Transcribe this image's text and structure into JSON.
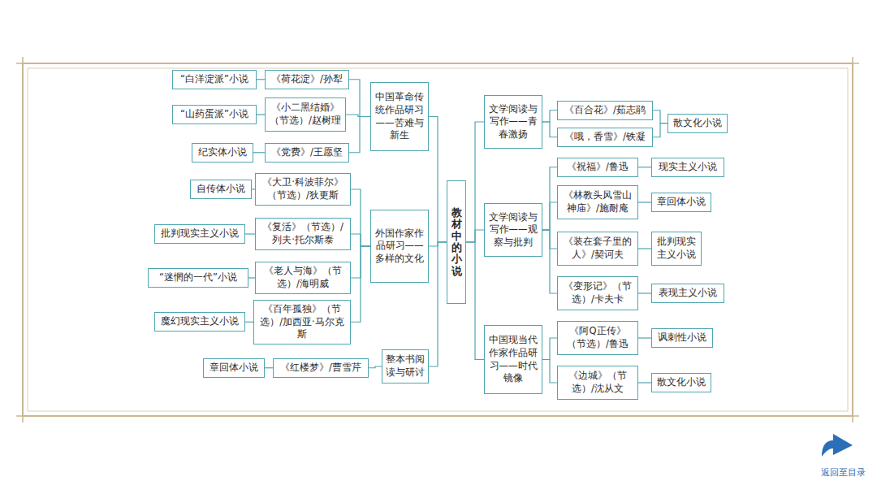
{
  "diagram": {
    "nodes": [
      {
        "text": [
          "教材中的小说"
        ]
      },
      {
        "text": [
          "中国革命传统作品研习——苦难与新生"
        ]
      },
      {
        "text": [
          "外国作家作品研习——多样的文化"
        ]
      },
      {
        "text": [
          "整本书阅读与研讨"
        ]
      },
      {
        "text": [
          "《荷花淀》/孙犁"
        ]
      },
      {
        "text": [
          "《小二黑结婚》（节选）/赵树理"
        ]
      },
      {
        "text": [
          "《党费》/王愿坚"
        ]
      },
      {
        "text": [
          "《大卫·科波菲尔》（节选）/狄更斯"
        ]
      },
      {
        "text": [
          "《复活》（节选）/列夫·托尔斯泰"
        ]
      },
      {
        "text": [
          "《老人与海》（节选）/海明威"
        ]
      },
      {
        "text": [
          "《百年孤独》（节选）/加西亚·马尔克斯"
        ]
      },
      {
        "text": [
          "《红楼梦》/曹雪芹"
        ]
      },
      {
        "text": [
          "“白洋淀派”小说"
        ]
      },
      {
        "text": [
          "“山药蛋派”小说"
        ]
      },
      {
        "text": [
          "纪实体小说"
        ]
      },
      {
        "text": [
          "自传体小说"
        ]
      },
      {
        "text": [
          "批判现实主义小说"
        ]
      },
      {
        "text": [
          "“迷惘的一代”小说"
        ]
      },
      {
        "text": [
          "魔幻现实主义小说"
        ]
      },
      {
        "text": [
          "章回体小说"
        ]
      },
      {
        "text": [
          "文学阅读与写作——青春激扬"
        ]
      },
      {
        "text": [
          "文学阅读与写作——观察与批判"
        ]
      },
      {
        "text": [
          "中国现当代作家作品研习——时代镜像"
        ]
      },
      {
        "text": [
          "《百合花》/茹志鹃"
        ]
      },
      {
        "text": [
          "《哦，香雪》/铁凝"
        ]
      },
      {
        "text": [
          "《祝福》/鲁迅"
        ]
      },
      {
        "text": [
          "《林教头风雪山神庙》/施耐庵"
        ]
      },
      {
        "text": [
          "《装在套子里的人》/契诃夫"
        ]
      },
      {
        "text": [
          "《变形记》（节选）/卡夫卡"
        ]
      },
      {
        "text": [
          "《阿Q正传》（节选）/鲁迅"
        ]
      },
      {
        "text": [
          "《边城》（节选）/沈从文"
        ]
      },
      {
        "text": [
          "散文化小说"
        ]
      },
      {
        "text": [
          "现实主义小说"
        ]
      },
      {
        "text": [
          "章回体小说"
        ]
      },
      {
        "text": [
          "批判现实主义小说"
        ]
      },
      {
        "text": [
          "表现主义小说"
        ]
      },
      {
        "text": [
          "讽刺性小说"
        ]
      },
      {
        "text": [
          "散文化小说"
        ]
      }
    ],
    "edges": [
      {
        "from": 0,
        "to": 1,
        "arrow": "none"
      },
      {
        "from": 0,
        "to": 2,
        "arrow": "none"
      },
      {
        "from": 0,
        "to": 3,
        "arrow": "none"
      },
      {
        "from": 0,
        "to": 20,
        "arrow": "none"
      },
      {
        "from": 0,
        "to": 21,
        "arrow": "none"
      },
      {
        "from": 0,
        "to": 22,
        "arrow": "none"
      },
      {
        "from": 1,
        "to": 4,
        "arrow": "none"
      },
      {
        "from": 1,
        "to": 5,
        "arrow": "none"
      },
      {
        "from": 1,
        "to": 6,
        "arrow": "none"
      },
      {
        "from": 2,
        "to": 7,
        "arrow": "none"
      },
      {
        "from": 2,
        "to": 8,
        "arrow": "none"
      },
      {
        "from": 2,
        "to": 9,
        "arrow": "none"
      },
      {
        "from": 2,
        "to": 10,
        "arrow": "none"
      },
      {
        "from": 3,
        "to": 11,
        "arrow": "none"
      },
      {
        "from": 4,
        "to": 12,
        "arrow": "none"
      },
      {
        "from": 5,
        "to": 13,
        "arrow": "none"
      },
      {
        "from": 6,
        "to": 14,
        "arrow": "none"
      },
      {
        "from": 7,
        "to": 15,
        "arrow": "none"
      },
      {
        "from": 8,
        "to": 16,
        "arrow": "none"
      },
      {
        "from": 9,
        "to": 17,
        "arrow": "none"
      },
      {
        "from": 10,
        "to": 18,
        "arrow": "none"
      },
      {
        "from": 11,
        "to": 19,
        "arrow": "none"
      },
      {
        "from": 20,
        "to": 23,
        "arrow": "none"
      },
      {
        "from": 20,
        "to": 24,
        "arrow": "none"
      },
      {
        "from": 21,
        "to": 25,
        "arrow": "none"
      },
      {
        "from": 21,
        "to": 26,
        "arrow": "none"
      },
      {
        "from": 21,
        "to": 27,
        "arrow": "none"
      },
      {
        "from": 21,
        "to": 28,
        "arrow": "none"
      },
      {
        "from": 22,
        "to": 29,
        "arrow": "none"
      },
      {
        "from": 22,
        "to": 30,
        "arrow": "none"
      },
      {
        "from": 23,
        "to": 31,
        "arrow": "none"
      },
      {
        "from": 24,
        "to": 31,
        "arrow": "none"
      },
      {
        "from": 25,
        "to": 32,
        "arrow": "none"
      },
      {
        "from": 26,
        "to": 33,
        "arrow": "none"
      },
      {
        "from": 27,
        "to": 34,
        "arrow": "none"
      },
      {
        "from": 28,
        "to": 35,
        "arrow": "none"
      },
      {
        "from": 29,
        "to": 36,
        "arrow": "none"
      },
      {
        "from": 30,
        "to": 37,
        "arrow": "none"
      }
    ],
    "labels": [
      "返回至目录"
    ]
  }
}
